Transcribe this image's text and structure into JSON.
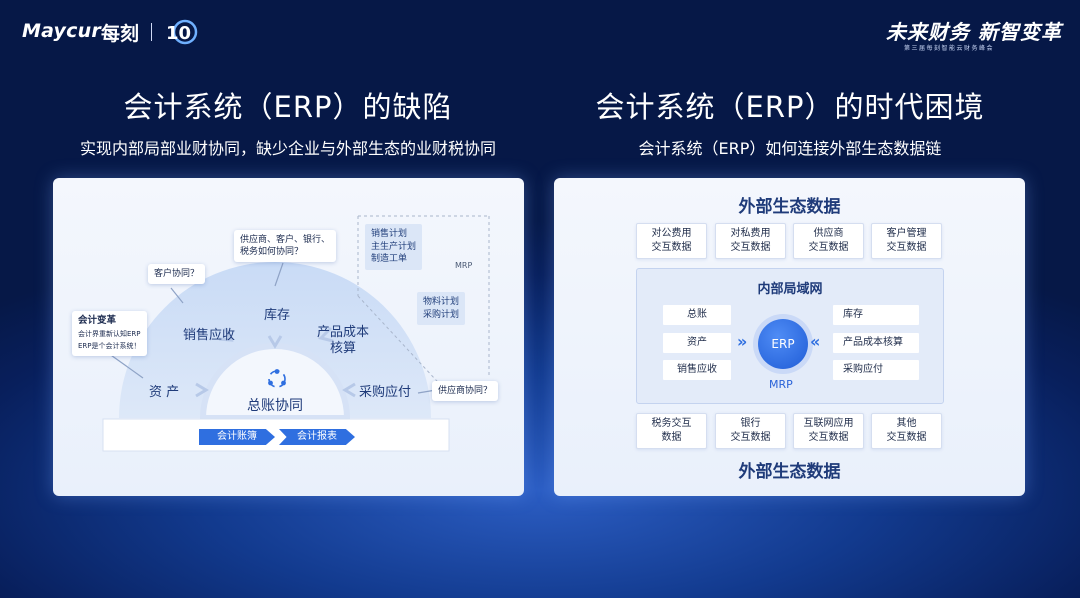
{
  "header": {
    "brand_en": "Maycur",
    "brand_cn": "每刻",
    "badge": "10",
    "event_title": "未来财务 新智变革",
    "event_subtitle": "第三届每刻智能云财务峰会"
  },
  "left": {
    "title": "会计系统（ERP）的缺陷",
    "subtitle": "实现内部局部业财协同，缺少企业与外部生态的业财税协同",
    "arc_items": [
      "资 产",
      "销售应收",
      "库存",
      "产品成本\n核算",
      "采购应付"
    ],
    "core_label": "总账协同",
    "bottom_pills": [
      "会计账簿",
      "会计报表"
    ],
    "callouts": {
      "reform_title": "会计变革",
      "reform_lines": [
        "会计界重新认知ERP",
        "ERP是个会计系统！"
      ],
      "customer": "客户协同？",
      "partners": [
        "供应商、客户、银行、",
        "税务如何协同？"
      ],
      "supplier": "供应商协同？"
    },
    "mrp_top": [
      "销售计划",
      "主生产计划",
      "制造工单"
    ],
    "mrp_bottom": [
      "物料计划",
      "采购计划"
    ],
    "mrp_label": "MRP"
  },
  "right": {
    "title": "会计系统（ERP）的时代困境",
    "subtitle": "会计系统（ERP）如何连接外部生态数据链",
    "top_title": "外部生态数据",
    "top_boxes": [
      "对公费用\n交互数据",
      "对私费用\n交互数据",
      "供应商\n交互数据",
      "客户管理\n交互数据"
    ],
    "lan_title": "内部局域网",
    "left_modules": [
      "总账",
      "资产",
      "销售应收"
    ],
    "right_modules": [
      "库存",
      "产品成本核算",
      "采购应付"
    ],
    "erp_label": "ERP",
    "mrp_label": "MRP",
    "bottom_boxes": [
      "税务交互\n数据",
      "银行\n交互数据",
      "互联网应用\n交互数据",
      "其他\n交互数据"
    ],
    "bottom_title": "外部生态数据"
  },
  "colors": {
    "accent": "#2f6fe0",
    "navy": "#0b2768",
    "card": "#eef3fc"
  }
}
